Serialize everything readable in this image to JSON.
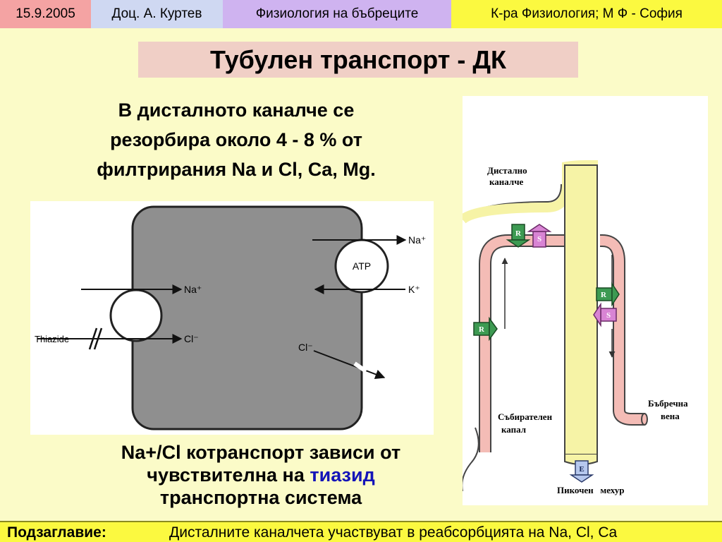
{
  "header": {
    "date": "15.9.2005",
    "author": "Доц. А. Куртев",
    "topic": "Физиология на бъбреците",
    "department": "К-ра Физиология; М Ф - София"
  },
  "title": "Тубулен транспорт - ДК",
  "intro": {
    "line1": "В дисталното каналче се",
    "line2": "резорбира около 4 - 8 % от",
    "line3": "филтрирания Na и Cl, Ca, Mg."
  },
  "cell_diagram": {
    "na_in": "Na⁺",
    "cl_in": "Cl⁻",
    "thiazide": "Thiazide",
    "atp": "ATP",
    "na_out": "Na⁺",
    "k_in": "K⁺",
    "cl_out": "Cl⁻"
  },
  "tubule_diagram": {
    "distal_line1": "Дистално",
    "distal_line2": "каналче",
    "collecting_line1": "Събирателен",
    "collecting_line2": "капал",
    "vein_line1": "Бъбречна",
    "vein_line2": "вена",
    "bladder": "Пикочен   мехур",
    "marker_r": "R",
    "marker_s": "S",
    "marker_e": "E",
    "colors": {
      "vessel": "#f4bcb6",
      "duct": "#f6f3a6",
      "reabsorb": "#3d9a52",
      "secrete": "#d884d4"
    }
  },
  "note": {
    "line1": "Na+/Cl котранспорт зависи от",
    "line2_prefix": "чувствителна на",
    "line2_highlight": "тиазид",
    "line3": "транспортна система"
  },
  "footer": {
    "label": "Подзаглавие:",
    "text": "Дисталните каналчета участвуват в реабсорбцията на Na, Cl, Ca"
  }
}
